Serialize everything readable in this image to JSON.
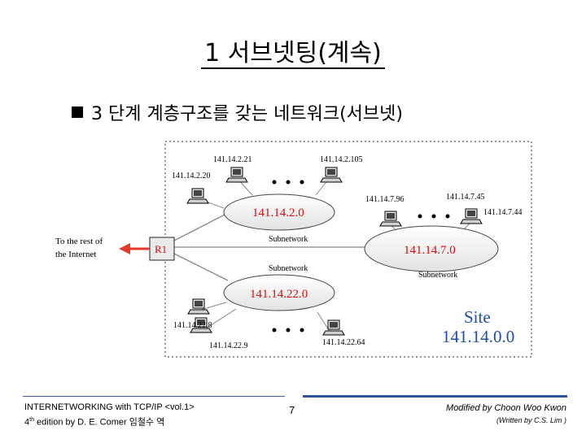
{
  "slide": {
    "title": "1 서브넷팅(계속)",
    "bullet": "3 단계 계층구조를 갖는 네트워크(서브넷)"
  },
  "diagram": {
    "hosts": {
      "h1": "141.14.2.21",
      "h2": "141.14.2.105",
      "h3": "141.14.2.20",
      "h4": "141.14.7.96",
      "h5": "141.14.7.45",
      "h6": "141.14.7.44",
      "h7": "141.14.22.8",
      "h8": "141.14.22.9",
      "h9": "141.14.22.64"
    },
    "networks": {
      "n1": "141.14.2.0",
      "n2": "141.14.7.0",
      "n3": "141.14.22.0"
    },
    "subnetwork_label": "Subnetwork",
    "router": "R1",
    "rest_label_line1": "To the rest of",
    "rest_label_line2": "the Internet",
    "site_label": "Site",
    "site_address": "141.14.0.0",
    "colors": {
      "network_red": "#cc1111",
      "site_blue": "#1f4ea8",
      "arrow_red": "#e23a2a"
    }
  },
  "footer": {
    "left_line1": "INTERNETWORKING with TCP/IP <vol.1>",
    "left_line2_sup": "th",
    "left_line2_prefix": "4",
    "left_line2_rest": " edition by D. E. Comer 임철수 역",
    "page": "7",
    "right_line1": "Modified by Choon Woo Kwon",
    "right_line2": "(Written by C.S. Lim )"
  }
}
